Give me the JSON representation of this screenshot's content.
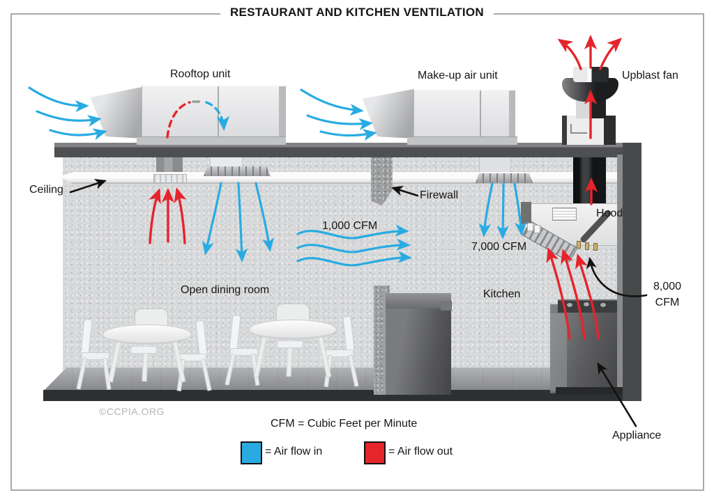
{
  "title": "RESTAURANT AND KITCHEN VENTILATION",
  "copyright": "©CCPIA.ORG",
  "labels": {
    "rooftop_unit": "Rooftop unit",
    "makeup_air_unit": "Make-up air unit",
    "upblast_fan": "Upblast fan",
    "ceiling": "Ceiling",
    "firewall": "Firewall",
    "hood": "Hood",
    "open_dining_room": "Open dining room",
    "kitchen": "Kitchen",
    "appliance": "Appliance"
  },
  "airflow_values": {
    "dining_supply": "1,000 CFM",
    "kitchen_supply": "7,000 CFM",
    "hood_exhaust": "8,000 CFM"
  },
  "legend": {
    "definition": "CFM  = Cubic Feet per Minute",
    "in_label": "= Air flow in",
    "out_label": "= Air flow out"
  },
  "colors": {
    "flow-in": "#29abe2",
    "flow-out": "#e6242b",
    "callout": "#111111"
  }
}
